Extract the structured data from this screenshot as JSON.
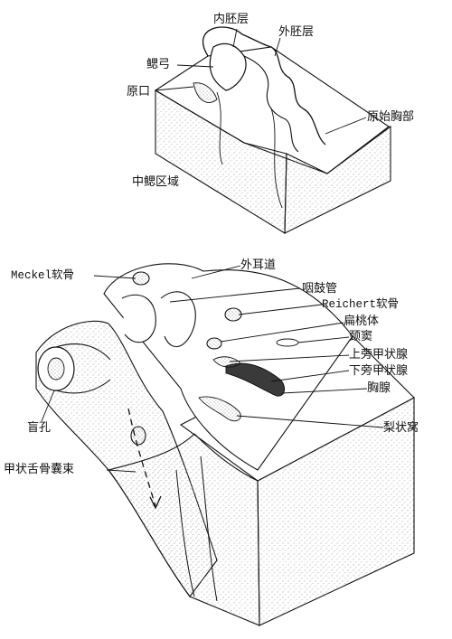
{
  "top_figure": {
    "labels": {
      "endoderm": "内胚层",
      "ectoderm": "外胚层",
      "branchial_arch": "鳃弓",
      "stomodeum": "原口",
      "primitive_chest": "原始胸部",
      "central_branchial_region": "中鳃区域"
    }
  },
  "bottom_figure": {
    "labels": {
      "meckel_cartilage": "Meckel软骨",
      "external_auditory_canal": "外耳道",
      "pharyngotympanic_tube": "咽鼓管",
      "reichert_cartilage": "Reichert软骨",
      "tonsil": "扁桃体",
      "cervical_sinus": "颈窦",
      "superior_parathyroid": "上旁甲状腺",
      "inferior_parathyroid": "下旁甲状腺",
      "thymus": "胸腺",
      "foramen_cecum": "盲孔",
      "piriform_recess": "梨状窝",
      "thyroglossal_duct": "甲状舌骨囊束"
    }
  },
  "colors": {
    "line": "#111111",
    "stipple": "#8a8a8a",
    "dark_fill": "#3a3a3a",
    "background": "#ffffff"
  }
}
